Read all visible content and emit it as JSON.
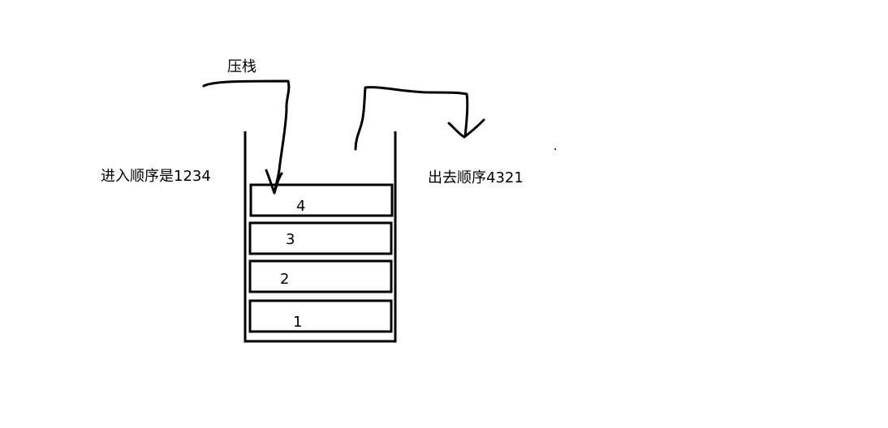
{
  "labels": {
    "push": "压栈",
    "in_order": "进入顺序是1234",
    "out_order": "出去顺序4321"
  },
  "stack": {
    "items": [
      "4",
      "3",
      "2",
      "1"
    ]
  },
  "colors": {
    "stroke": "#000000",
    "background": "#ffffff"
  }
}
